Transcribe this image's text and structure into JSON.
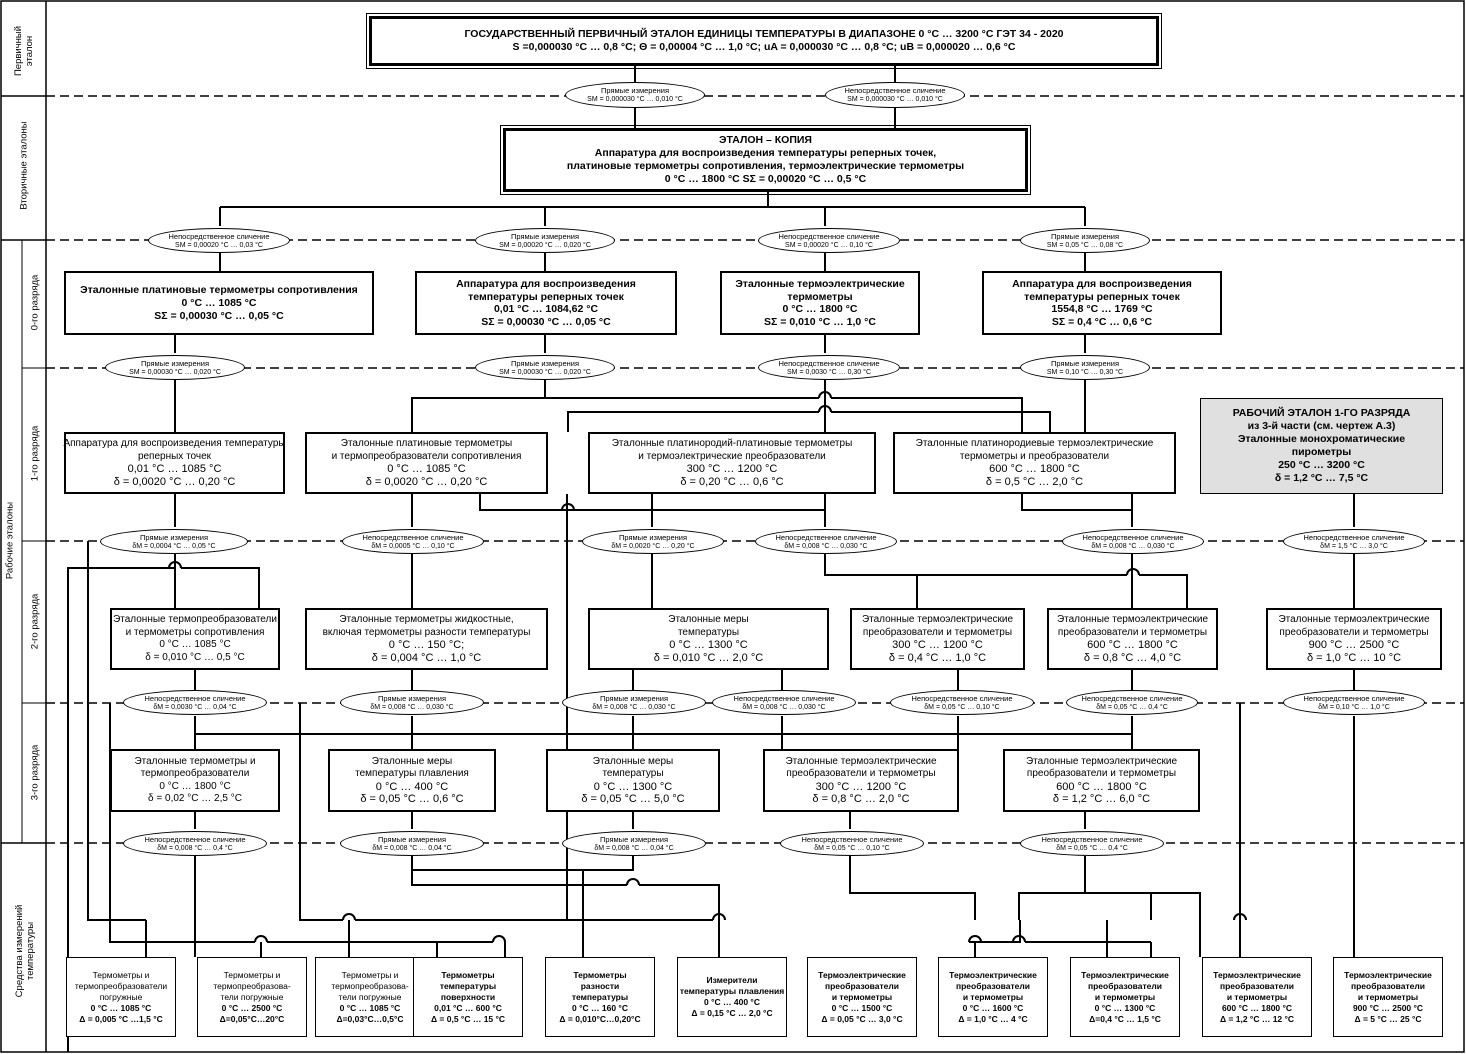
{
  "side_labels": {
    "primary": "Первичный эталон",
    "secondary": "Вторичные эталоны",
    "working": "Рабочие эталоны",
    "r0": "0-го разряда",
    "r1": "1-го разряда",
    "r2": "2-го разряда",
    "r3": "3-го разряда",
    "means": "Средства измерений температуры"
  },
  "primary": {
    "l1": "ГОСУДАРСТВЕННЫЙ ПЕРВИЧНЫЙ ЭТАЛОН ЕДИНИЦЫ ТЕМПЕРАТУРЫ В ДИАПАЗОНЕ 0 °С … 3200 °С ГЭТ 34 - 2020",
    "l2": "S =0,000030 °C … 0,8 °C;   Θ =  0,00004 °С … 1,0 °С;    uA =  0,000030 °C … 0,8 °C;  uB =  0,000020 … 0,6 °С"
  },
  "secondary": {
    "l1": "ЭТАЛОН – КОПИЯ",
    "l2": "Аппаратура для воспроизведения температуры реперных точек,",
    "l3": "платиновые термометры сопротивления, термоэлектрические термометры",
    "l4": "0 °С …  1800 °С              SΣ = 0,00020 °С … 0,5 °С"
  },
  "ellipses": [
    {
      "t": "Прямые измерения",
      "v": "SМ = 0,000030 °С … 0,010 °С"
    },
    {
      "t": "Непосредственное сличение",
      "v": "SМ = 0,000030 °С … 0,010 °С"
    },
    {
      "t": "Непосредственное сличение",
      "v": "SМ = 0,00020 °С … 0,03 °С"
    },
    {
      "t": "Прямые измерения",
      "v": "SМ = 0,00020 °С … 0,020 °С"
    },
    {
      "t": "Непосредственное сличение",
      "v": "SМ = 0,00020 °С … 0,10 °С"
    },
    {
      "t": "Прямые измерения",
      "v": "SМ = 0,05 °С … 0,08 °С"
    },
    {
      "t": "Прямые измерения",
      "v": "SМ = 0,00030 °С … 0,020 °С"
    },
    {
      "t": "Прямые измерения",
      "v": "SМ = 0,00030 °С … 0,020 °С"
    },
    {
      "t": "Непосредственное сличение",
      "v": "SМ = 0,0030 °С … 0,30 °С"
    },
    {
      "t": "Прямые измерения",
      "v": "SМ = 0,10 °С … 0,30 °С"
    },
    {
      "t": "Прямые измерения",
      "v": "δМ = 0,0004 °С … 0,05 °С"
    },
    {
      "t": "Непосредственное сличение",
      "v": "δМ = 0,0005 °С … 0,10 °С"
    },
    {
      "t": "Прямые измерения",
      "v": "δМ = 0,0020 °С … 0,20 °С"
    },
    {
      "t": "Непосредственное сличение",
      "v": "δМ = 0,008 °С … 0,030 °С"
    },
    {
      "t": "Непосредственное сличение",
      "v": "δМ = 0,008 °С … 0,030 °С"
    },
    {
      "t": "Непосредственное сличение",
      "v": "δМ = 1,5 °С … 3,0 °С"
    },
    {
      "t": "Непосредственное сличение",
      "v": "δМ = 0,0030 °С … 0,04 °С"
    },
    {
      "t": "Прямые измерения",
      "v": "δМ = 0,008 °С … 0,030 °С"
    },
    {
      "t": "Прямые измерения",
      "v": "δМ = 0,008 °С … 0,030 °С"
    },
    {
      "t": "Непосредственное сличение",
      "v": "δМ = 0,008 °С … 0,030 °С"
    },
    {
      "t": "Непосредственное сличение",
      "v": "δМ = 0,05 °С … 0,10 °С"
    },
    {
      "t": "Непосредственное сличение",
      "v": "δМ = 0,05 °С … 0,4 °С"
    },
    {
      "t": "Непосредственное сличение",
      "v": "δМ = 0,10 °С … 1,0 °С"
    },
    {
      "t": "Непосредственное сличение",
      "v": "δМ = 0,008 °С … 0,4 °С"
    },
    {
      "t": "Прямые измерения",
      "v": "δМ = 0,008 °С … 0,04 °С"
    },
    {
      "t": "Прямые измерения",
      "v": "δМ = 0,008 °С … 0,04 °С"
    },
    {
      "t": "Непосредственное сличение",
      "v": "δМ = 0,05 °С … 0,10 °С"
    },
    {
      "t": "Непосредственное сличение",
      "v": "δМ = 0,05 °С … 0,4 °С"
    }
  ],
  "r0": [
    {
      "l1": "Эталонные платиновые термометры сопротивления",
      "l2": "0 °С … 1085 °С",
      "l3": "SΣ = 0,00030 °С … 0,05 °С"
    },
    {
      "l1": "Аппаратура для воспроизведения",
      "l1b": "температуры реперных точек",
      "l2": "0,01 °С … 1084,62 °С",
      "l3": "SΣ = 0,00030 °С … 0,05 °С"
    },
    {
      "l1": "Эталонные термоэлектрические",
      "l1b": "термометры",
      "l2": "0 °С … 1800 °С",
      "l3": "SΣ = 0,010 °С … 1,0 °С"
    },
    {
      "l1": "Аппаратура для воспроизведения",
      "l1b": "температуры реперных точек",
      "l2": "1554,8 °С … 1769 °С",
      "l3": "SΣ = 0,4 °С … 0,6 °С"
    }
  ],
  "r1": [
    {
      "l1": "Аппаратура для воспроизведения температуры",
      "l1b": "реперных точек",
      "l2": "0,01 °С … 1085 °С",
      "l3": "δ = 0,0020 °С … 0,20 °С"
    },
    {
      "l1": "Эталонные платиновые термометры",
      "l1b": "и термопреобразователи сопротивления",
      "l2": "0 °С … 1085 °С",
      "l3": "δ = 0,0020 °С … 0,20 °С"
    },
    {
      "l1": "Эталонные платинородий-платиновые термометры",
      "l1b": "и термоэлектрические преобразователи",
      "l2": "300 °С … 1200 °С",
      "l3": "δ = 0,20 °С … 0,6 °С"
    },
    {
      "l1": "Эталонные платинородиевые термоэлектрические",
      "l1b": "термометры и преобразователи",
      "l2": "600 °С … 1800 °С",
      "l3": "δ = 0,5 °С … 2,0 °С"
    },
    {
      "l1": "РАБОЧИЙ ЭТАЛОН 1-ГО РАЗРЯДА",
      "l1b": "из 3-й части (см. чертеж А.3)",
      "l1c": "Эталонные монохроматические",
      "l1d": "пирометры",
      "l2": "250 °С … 3200 °С",
      "l3": "δ = 1,2 °С … 7,5 °С"
    }
  ],
  "r2": [
    {
      "l1": "Эталонные термопреобразователи",
      "l1b": "и термометры сопротивления",
      "l2": "0 °С … 1085 °С",
      "l3": "δ = 0,010 °С … 0,5 °С"
    },
    {
      "l1": "Эталонные термометры жидкостные,",
      "l1b": "включая термометры разности температуры",
      "l2": "0 °С … 150 °С;",
      "l3": "δ = 0,004 °С … 1,0 °С"
    },
    {
      "l1": "Эталонные меры",
      "l1b": "температуры",
      "l2": "0 °С … 1300 °С",
      "l3": "δ = 0,010 °С … 2,0 °С"
    },
    {
      "l1": "Эталонные термоэлектрические",
      "l1b": "преобразователи и термометры",
      "l2": "300 °С … 1200 °С",
      "l3": "δ = 0,4 °С … 1,0 °С"
    },
    {
      "l1": "Эталонные термоэлектрические",
      "l1b": "преобразователи и термометры",
      "l2": "600 °С … 1800 °С",
      "l3": "δ = 0,8 °С … 4,0 °С"
    },
    {
      "l1": "Эталонные термоэлектрические",
      "l1b": "преобразователи и термометры",
      "l2": "900 °С … 2500 °С",
      "l3": "δ = 1,0 °С … 10 °С"
    }
  ],
  "r3": [
    {
      "l1": "Эталонные термометры и",
      "l1b": "термопреобразователи",
      "l2": "0 °С … 1800 °С",
      "l3": "δ = 0,02 °С … 2,5 °С"
    },
    {
      "l1": "Эталонные меры",
      "l1b": "температуры плавления",
      "l2": "0 °С … 400 °С",
      "l3": "δ = 0,05 °С … 0,6 °С"
    },
    {
      "l1": "Эталонные меры",
      "l1b": "температуры",
      "l2": "0 °С … 1300 °С",
      "l3": "δ = 0,05 °С … 5,0 °С"
    },
    {
      "l1": "Эталонные термоэлектрические",
      "l1b": "преобразователи и термометры",
      "l2": "300 °С … 1200 °С",
      "l3": "δ = 0,8 °С … 2,0 °С"
    },
    {
      "l1": "Эталонные термоэлектрические",
      "l1b": "преобразователи и термометры",
      "l2": "600 °С … 1800 °С",
      "l3": "δ = 1,2 °С … 6,0 °С"
    }
  ],
  "bottom": [
    {
      "a": "Термометры и",
      "b": "термопреобразователи",
      "c": "погружные",
      "d": "0 °С … 1085 °С",
      "e": "Δ = 0,005 °С …1,5 °С"
    },
    {
      "a": "Термометры  и",
      "b": "термопреобразова-",
      "c": "тели погружные",
      "d": "0 °С … 2500 °С",
      "e": "Δ=0,05°С…20°С"
    },
    {
      "a": "Термометры  и",
      "b": "термопреобразова-",
      "c": "тели погружные",
      "d": "0 °С … 1085 °С",
      "e": "Δ=0,03°С…0,5°С"
    },
    {
      "a": "Термометры",
      "b": "температуры",
      "c": "поверхности",
      "d": "0,01 °С … 600 °С",
      "e": "Δ = 0,5 °С … 15 °С"
    },
    {
      "a": "Термометры",
      "b": "разности",
      "c": "температуры",
      "d": "0 °С … 160 °С",
      "e": "Δ = 0,010°С…0,20°С"
    },
    {
      "a": "Измерители",
      "b": "температуры плавления",
      "c": "",
      "d": "0 °С … 400 °С",
      "e": "Δ = 0,15 °С … 2,0 °С"
    },
    {
      "a": "Термоэлектрические",
      "b": "преобразователи",
      "c": "и термометры",
      "d": "0 °С … 1500 °С",
      "e": "Δ = 0,05 °С … 3,0 °С"
    },
    {
      "a": "Термоэлектрические",
      "b": "преобразователи",
      "c": "и термометры",
      "d": "0 °С … 1600 °С",
      "e": "Δ = 1,0 °С … 4 °С"
    },
    {
      "a": "Термоэлектрические",
      "b": "преобразователи",
      "c": "и термометры",
      "d": "0 °С … 1300 °С",
      "e": "Δ=0,4 °С … 1,5 °С"
    },
    {
      "a": "Термоэлектрические",
      "b": "преобразователи",
      "c": "и термометры",
      "d": "600 °С … 1800 °С",
      "e": "Δ = 1,2 °С … 12 °С"
    },
    {
      "a": "Термоэлектрические",
      "b": "преобразователи",
      "c": "и термометры",
      "d": "900 °С … 2500 °С",
      "e": "Δ = 5 °С … 25 °С"
    }
  ]
}
